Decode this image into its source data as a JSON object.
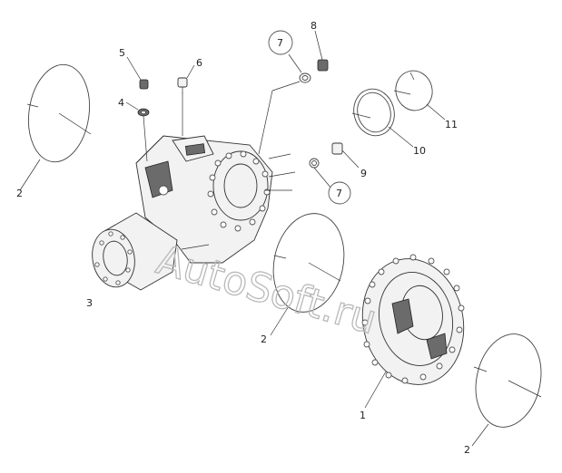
{
  "callouts": [
    {
      "id": "c1",
      "text": "1"
    },
    {
      "id": "c2a",
      "text": "2"
    },
    {
      "id": "c2b",
      "text": "2"
    },
    {
      "id": "c2c",
      "text": "2"
    },
    {
      "id": "c3",
      "text": "3"
    },
    {
      "id": "c4",
      "text": "4"
    },
    {
      "id": "c5",
      "text": "5"
    },
    {
      "id": "c6",
      "text": "6"
    },
    {
      "id": "c7a",
      "text": "7"
    },
    {
      "id": "c7b",
      "text": "7"
    },
    {
      "id": "c8",
      "text": "8"
    },
    {
      "id": "c9",
      "text": "9"
    },
    {
      "id": "c10",
      "text": "10"
    },
    {
      "id": "c11",
      "text": "11"
    }
  ],
  "watermark": "AutoSoft.ru"
}
